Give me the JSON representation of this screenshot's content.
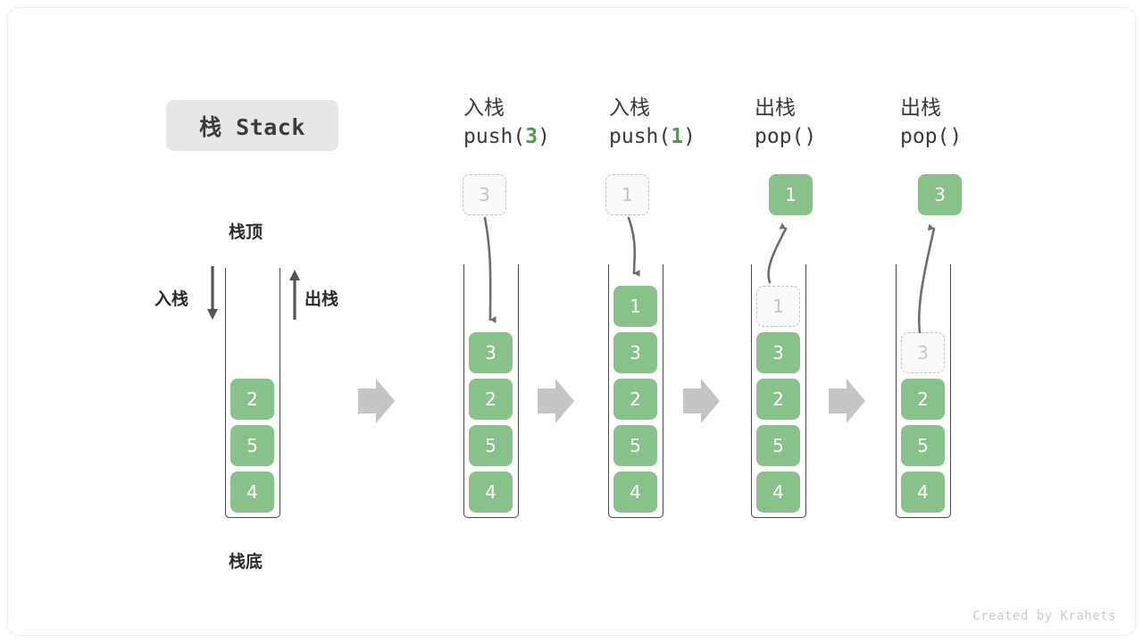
{
  "title": {
    "chip_label": "栈 Stack"
  },
  "legend": {
    "top_label": "栈顶",
    "bottom_label": "栈底",
    "push_label": "入栈",
    "pop_label": "出栈"
  },
  "colors": {
    "element": "#88c18a",
    "element_text": "#ffffff",
    "ghost_fill": "#fafafa",
    "ghost_border": "#c2c2c2",
    "ghost_text": "#c6c6c6",
    "container_border": "#4a4a4a",
    "flow_arrow": "#c5c5c5",
    "curve_arrow": "#6e6e6e",
    "chip_bg": "#e7e7e7",
    "accent_green": "#4c9a51",
    "text": "#3b3b3b"
  },
  "steps": [
    {
      "id": "initial",
      "heading_cn": "",
      "heading_code_pre": "",
      "heading_code_arg": "",
      "heading_code_post": "",
      "stack": [
        "2",
        "5",
        "4"
      ]
    },
    {
      "id": "push-3",
      "heading_cn": "入栈",
      "heading_code_pre": "push(",
      "heading_code_arg": "3",
      "heading_code_post": ")",
      "floating_value": "3",
      "floating_kind": "ghost",
      "stack": [
        "3",
        "2",
        "5",
        "4"
      ]
    },
    {
      "id": "push-1",
      "heading_cn": "入栈",
      "heading_code_pre": "push(",
      "heading_code_arg": "1",
      "heading_code_post": ")",
      "floating_value": "1",
      "floating_kind": "ghost",
      "stack": [
        "1",
        "3",
        "2",
        "5",
        "4"
      ]
    },
    {
      "id": "pop-1",
      "heading_cn": "出栈",
      "heading_code_pre": "pop(",
      "heading_code_arg": "",
      "heading_code_post": ")",
      "floating_value": "1",
      "floating_kind": "filled",
      "removed_value": "1",
      "stack": [
        "3",
        "2",
        "5",
        "4"
      ]
    },
    {
      "id": "pop-3",
      "heading_cn": "出栈",
      "heading_code_pre": "pop(",
      "heading_code_arg": "",
      "heading_code_post": ")",
      "floating_value": "3",
      "floating_kind": "filled",
      "removed_value": "3",
      "stack": [
        "2",
        "5",
        "4"
      ]
    }
  ],
  "footer": {
    "credit": "Created by Krahets"
  }
}
